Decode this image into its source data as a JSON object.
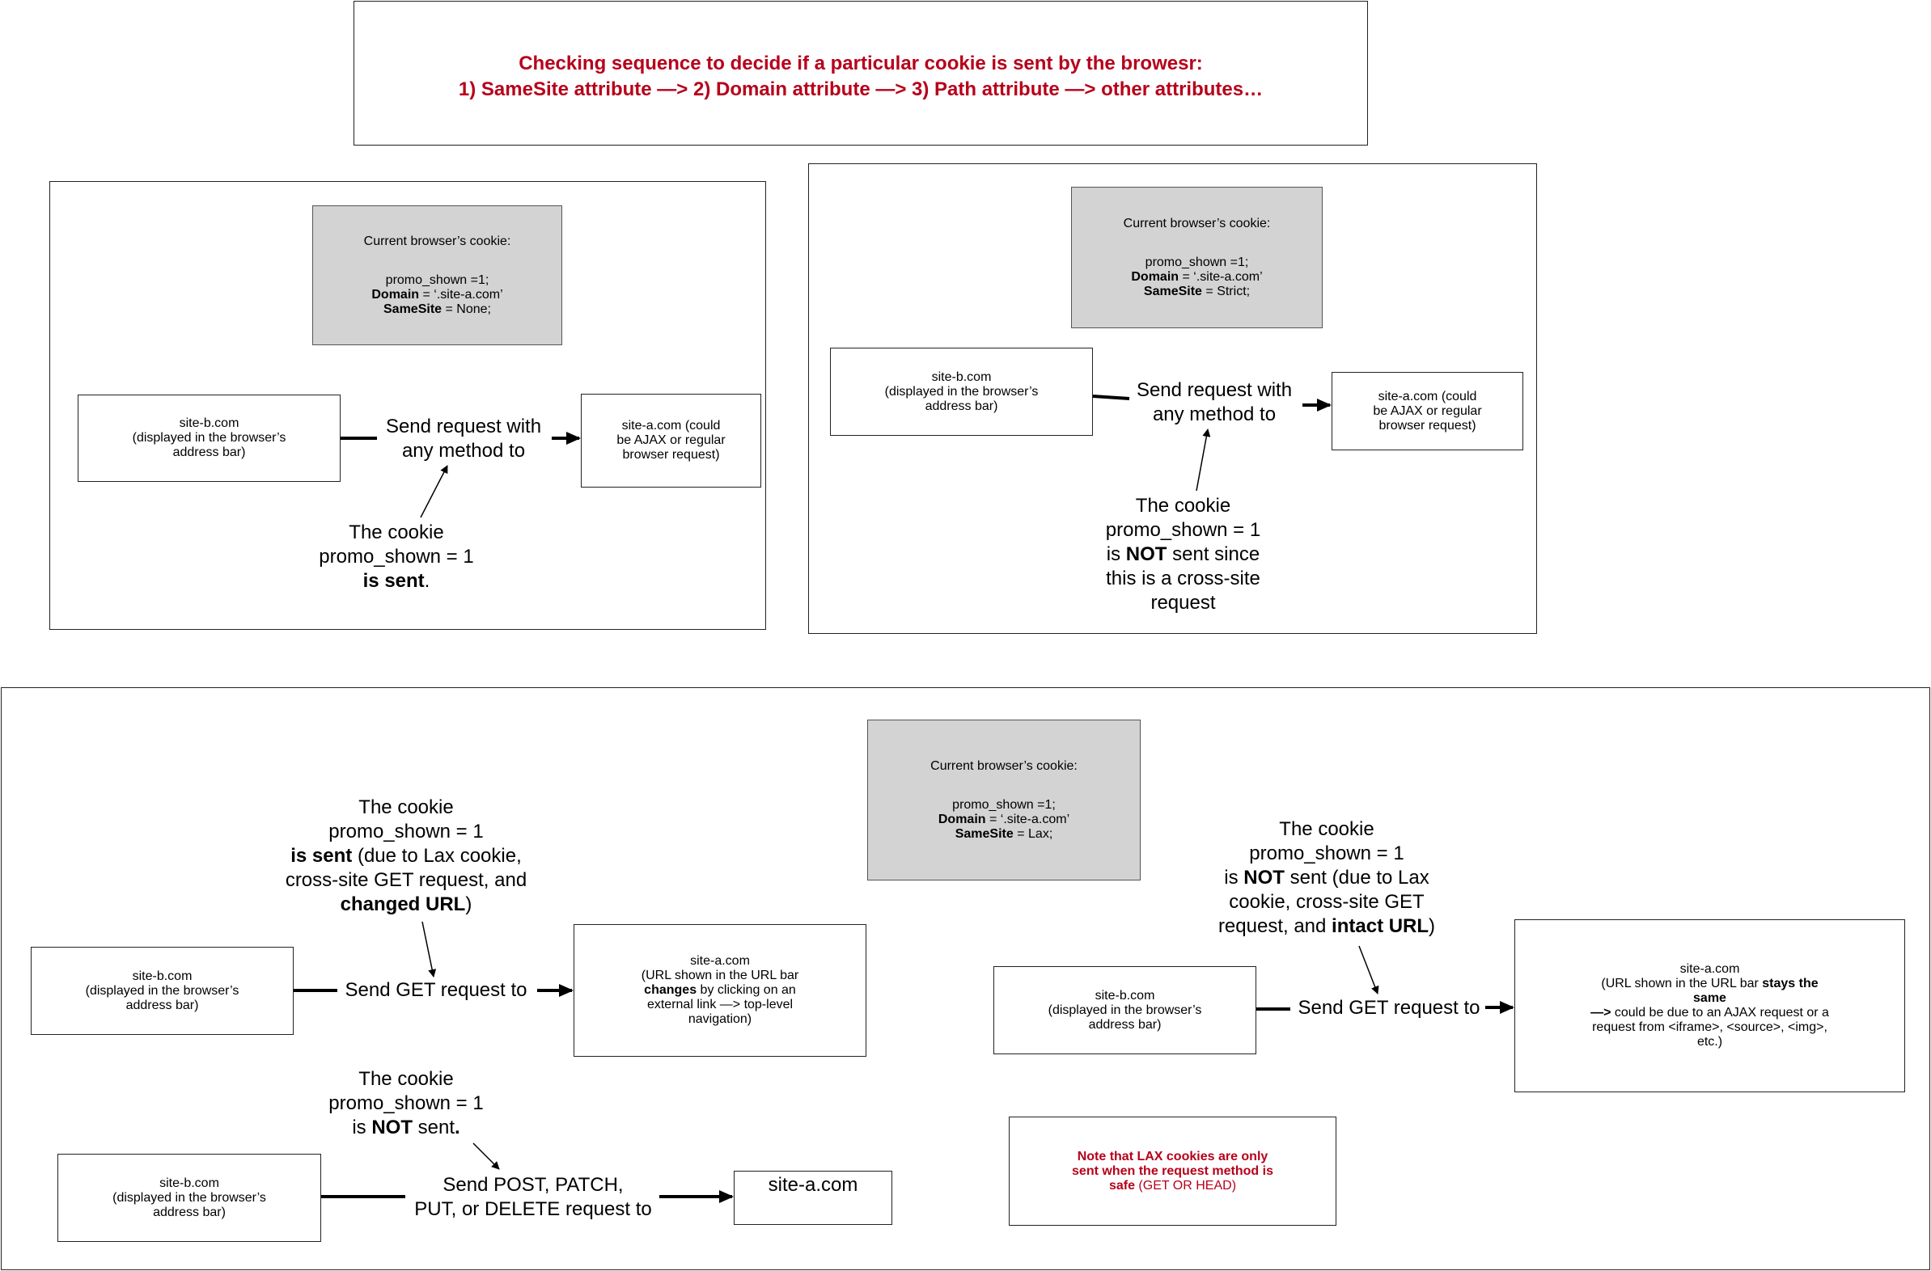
{
  "header": {
    "line1": "Checking sequence to decide if a particular cookie is sent by the browesr:",
    "line2": "1) SameSite attribute —> 2) Domain attribute —> 3) Path attribute  —> other attributes…"
  },
  "cookie": {
    "title": "Current browser’s cookie:",
    "name_value": "promo_shown =1;",
    "domain_key": "Domain",
    "domain_value": " = ‘.site-a.com’",
    "samesite_key": "SameSite",
    "none_value": " = None;",
    "strict_value": " = Strict;",
    "lax_value": " = Lax;"
  },
  "common": {
    "site_b": "site-b.com",
    "displayed": "(displayed in the browser’s",
    "address_bar": "address bar)",
    "site_a": "site-a.com",
    "cookie_label": "The cookie",
    "cookie_value": "promo_shown = 1"
  },
  "none_panel": {
    "send_line1": "Send request with",
    "send_line2": "any method to",
    "target_line1": "site-a.com (could",
    "target_line2": "be AJAX or regular",
    "target_line3": "browser request)",
    "note_bold": "is sent",
    "note_end": "."
  },
  "strict_panel": {
    "send_line1": "Send request with",
    "send_line2": "any method to",
    "target_line1": "site-a.com (could",
    "target_line2": "be AJAX or regular",
    "target_line3": "browser request)",
    "note_is": "is ",
    "note_not": "NOT",
    "note_sent_since": " sent since",
    "note_line4": "this is a cross-site",
    "note_line5": "request"
  },
  "lax_panel": {
    "get1": {
      "send": "Send GET request to",
      "note_bold1": "is sent",
      "note_line3_rest": " (due to Lax cookie,",
      "note_line4": "cross-site GET request, and",
      "note_bold2": "changed URL",
      "note_close": ")",
      "target_line2": "(URL shown in the URL bar",
      "target_bold": "changes",
      "target_line3_rest": " by clicking on an",
      "target_line4": "external link —> top-level",
      "target_line5": "navigation)"
    },
    "post": {
      "send_line1": "Send POST, PATCH,",
      "send_line2": "PUT, or DELETE request to",
      "note_is": "is ",
      "note_not": "NOT",
      "note_sent": " sent",
      "note_dot": "."
    },
    "get2": {
      "send": "Send GET request to",
      "note_is": "is ",
      "note_not": "NOT",
      "note_line3_rest": " sent (due to Lax",
      "note_line4": "cookie, cross-site GET",
      "note_line5_pre": "request, and ",
      "note_bold": "intact URL",
      "note_close": ")",
      "target_line2_pre": "(URL shown in the URL bar ",
      "target_bold1": "stays the",
      "target_bold2": "same",
      "target_line4_bold": "—>",
      "target_line4_rest": " could be due to an AJAX request or a",
      "target_line5": "request from <iframe>, <source>, <img>,",
      "target_line6": "etc.)"
    },
    "lax_note": {
      "line1": "Note that LAX  cookies are only",
      "line2": "sent when the request method is",
      "line3_bold": "safe",
      "line3_rest": " (GET OR HEAD)"
    }
  },
  "colors": {
    "accent_red": "#b7001a",
    "cookie_box_gray": "#d3d3d3"
  }
}
